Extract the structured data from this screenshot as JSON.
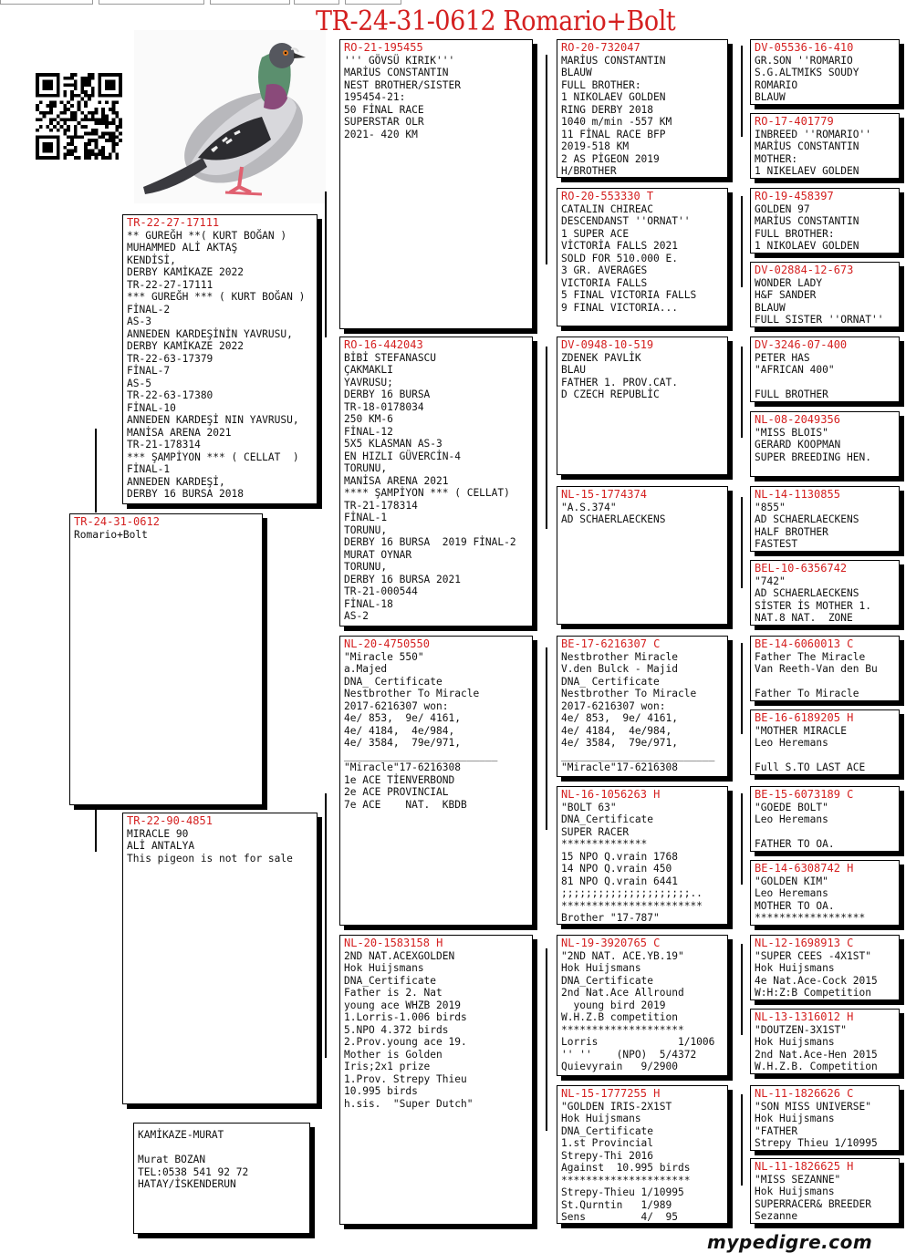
{
  "title": "TR-24-31-0612 Romario+Bolt",
  "footer": "mypedigre.com",
  "subject": {
    "ring": "TR-24-31-0612",
    "text": "Romario+Bolt"
  },
  "sire": {
    "ring": "TR-22-27-17111",
    "text": "** GUREĞH **( KURT BOĞAN )\nMUHAMMED ALİ AKTAŞ\nKENDİSİ,\nDERBY KAMİKAZE 2022\nTR-22-27-17111\n*** GUREĞH *** ( KURT BOĞAN )\nFİNAL-2\nAS-3\nANNEDEN KARDEŞİNİN YAVRUSU,\nDERBY KAMİKAZE 2022\nTR-22-63-17379\nFİNAL-7\nAS-5\nTR-22-63-17380\nFİNAL-10\nANNEDEN KARDEŞİ NIN YAVRUSU,\nMANİSA ARENA 2021\nTR-21-178314\n*** ŞAMPİYON *** ( CELLAT  )\nFİNAL-1\nANNEDEN KARDEŞİ,\nDERBY 16 BURSA 2018"
  },
  "dam": {
    "ring": "TR-22-90-4851",
    "text": "MIRACLE 90\nALİ ANTALYA\nThis pigeon is not for sale"
  },
  "owner": {
    "text": "KAMİKAZE-MURAT\n\nMurat BOZAN\nTEL:0538 541 92 72\nHATAY/İSKENDERUN"
  },
  "gen3": [
    {
      "ring": "RO-21-195455",
      "text": "''' GÖVSÜ KIRIK'''\nMARİUS CONSTANTIN\nNEST BROTHER/SISTER\n195454-21:\n50 FİNAL RACE\nSUPERSTAR OLR\n2021- 420 KM"
    },
    {
      "ring": "RO-16-442043",
      "text": "BİBİ STEFANASCU\nÇAKMAKLI\nYAVRUSU;\nDERBY 16 BURSA\nTR-18-0178034\n250 KM-6\nFİNAL-12\n5X5 KLASMAN AS-3\nEN HIZLI GÜVERCİN-4\nTORUNU,\nMANİSA ARENA 2021\n**** ŞAMPİYON *** ( CELLAT)\nTR-21-178314\nFİNAL-1\nTORUNU,\nDERBY 16 BURSA  2019 FİNAL-2\nMURAT OYNAR\nTORUNU,\nDERBY 16 BURSA 2021\nTR-21-000544\nFİNAL-18\nAS-2"
    },
    {
      "ring": "NL-20-4750550",
      "text": "\"Miracle 550\"\na.Majed\nDNA_ Certificate\nNestbrother To Miracle\n2017-6216307 won:\n4e/ 853,  9e/ 4161,\n4e/ 4184,  4e/984,\n4e/ 3584,  79e/971,\n_________________________\n\"Miracle\"17-6216308\n1e ACE TİENVERBOND\n2e ACE PROVINCIAL\n7e ACE    NAT.  KBDB"
    },
    {
      "ring": "NL-20-1583158 H",
      "text": "2ND NAT.ACEXGOLDEN\nHok Huijsmans\nDNA_Certificate\nFather is 2. Nat\nyoung ace WHZB 2019\n1.Lorris-1.006 birds\n5.NPO 4.372 birds\n2.Prov.young ace 19.\nMother is Golden\nIris;2x1 prize\n1.Prov. Strepy Thieu\n10.995 birds\nh.sis.  \"Super Dutch\""
    }
  ],
  "gen4": [
    {
      "ring": "RO-20-732047",
      "text": "MARİUS CONSTANTIN\nBLAUW\nFULL BROTHER:\n1 NIKOLAEV GOLDEN\nRING DERBY 2018\n1040 m/min -557 KM\n11 FİNAL RACE BFP\n2019-518 KM\n2 AS PİGEON 2019\nH/BROTHER"
    },
    {
      "ring": "RO-20-553330 T",
      "text": "CATALIN CHIREAC\nDESCENDANST ''ORNAT''\n1 SUPER ACE\nVİCTORİA FALLS 2021\nSOLD FOR 510.000 E.\n3 GR. AVERAGES\nVICTORIA FALLS\n5 FINAL VICTORIA FALLS\n9 FINAL VICTORIA..."
    },
    {
      "ring": "DV-0948-10-519",
      "text": "ZDENEK PAVLİK\nBLAU\nFATHER 1. PROV.CAT.\nD CZECH REPUBLİC"
    },
    {
      "ring": "NL-15-1774374",
      "text": "\"A.S.374\"\nAD SCHAERLAECKENS"
    },
    {
      "ring": "BE-17-6216307 C",
      "text": "Nestbrother Miracle\nV.den Bulck - Majid\nDNA_ Certificate\nNestbrother To Miracle\n2017-6216307 won:\n4e/ 853,  9e/ 4161,\n4e/ 4184,  4e/984,\n4e/ 3584,  79e/971,\n_________________________\n\"Miracle\"17-6216308"
    },
    {
      "ring": "NL-16-1056263 H",
      "text": "\"BOLT 63\"\nDNA_Certificate\nSUPER RACER\n**************\n15 NPO Q.vrain 1768\n14 NPO Q.vrain 450\n81 NPO Q.vrain 6441\n;;;;;;;;;;;;;;;;;;;;;..\n***********************\nBrother \"17-787\""
    },
    {
      "ring": "NL-19-3920765 C",
      "text": "\"2ND NAT. ACE.YB.19\"\nHok Huijsmans\nDNA_Certificate\n2nd Nat.Ace Allround\n  young bird 2019\nW.H.Z.B competition\n********************\nLorris             1/1006\n'' ''    (NPO)  5/4372\nQuievyrain   9/2900"
    },
    {
      "ring": "NL-15-1777255 H",
      "text": "\"GOLDEN IRIS-2X1ST\nHok Huijsmans\nDNA_Certificate\n1.st Provincial\nStrepy-Thi 2016\nAgainst  10.995 birds\n*********************\nStrepy-Thieu 1/10995\nSt.Qurntin   1/989\nSens         4/  95"
    }
  ],
  "gen5": [
    {
      "ring": "DV-05536-16-410",
      "text": "GR.SON ''ROMARIO\nS.G.ALTMIKS SOUDY\nROMARIO\nBLAUW"
    },
    {
      "ring": "RO-17-401779",
      "text": "INBREED ''ROMARIO''\nMARİUS CONSTANTIN\nMOTHER:\n1 NIKELAEV GOLDEN"
    },
    {
      "ring": "RO-19-458397",
      "text": "GOLDEN 97\nMARİUS CONSTANTIN\nFULL BROTHER:\n1 NIKOLAEV GOLDEN"
    },
    {
      "ring": "DV-02884-12-673",
      "text": "WONDER LADY\nH&F SANDER\nBLAUW\nFULL SISTER ''ORNAT''"
    },
    {
      "ring": "DV-3246-07-400",
      "text": "PETER HAS\n\"AFRICAN 400\"\n\nFULL BROTHER"
    },
    {
      "ring": "NL-08-2049356",
      "text": "\"MISS BLOIS\"\nGERARD KOOPMAN\nSUPER BREEDING HEN."
    },
    {
      "ring": "NL-14-1130855",
      "text": "\"855\"\nAD SCHAERLAECKENS\nHALF BROTHER\nFASTEST"
    },
    {
      "ring": "BEL-10-6356742",
      "text": "\"742\"\nAD SCHAERLAECKENS\nSİSTER İS MOTHER 1.\nNAT.8 NAT.  ZONE"
    },
    {
      "ring": "BE-14-6060013 C",
      "text": "Father The Miracle\nVan Reeth-Van den Bu\n\nFather To Miracle"
    },
    {
      "ring": "BE-16-6189205 H",
      "text": "\"MOTHER MIRACLE\nLeo Heremans\n\nFull S.TO LAST ACE"
    },
    {
      "ring": "BE-15-6073189 C",
      "text": "\"GOEDE BOLT\"\nLeo Heremans\n\nFATHER TO OA."
    },
    {
      "ring": "BE-14-6308742 H",
      "text": "\"GOLDEN KIM\"\nLeo Heremans\nMOTHER TO OA.\n******************"
    },
    {
      "ring": "NL-12-1698913 C",
      "text": "\"SUPER CEES -4X1ST\"\nHok Huijsmans\n4e Nat.Ace-Cock 2015\nW:H:Z:B Competition"
    },
    {
      "ring": "NL-13-1316012 H",
      "text": "\"DOUTZEN-3X1ST\"\nHok Huijsmans\n2nd Nat.Ace-Hen 2015\nW.H.Z.B. Competition"
    },
    {
      "ring": "NL-11-1826626 C",
      "text": "\"SON MISS UNIVERSE\"\nHok Huijsmans\n\"FATHER\nStrepy Thieu 1/10995"
    },
    {
      "ring": "NL-11-1826625 H",
      "text": "\"MISS SEZANNE\"\nHok Huijsmans\nSUPERRACER& BREEDER\nSezanne"
    }
  ],
  "colors": {
    "ring": "#d42020",
    "text": "#111111",
    "border": "#000000"
  },
  "icons": {
    "qr": "qr-code-icon",
    "pigeon": "pigeon-photo"
  }
}
